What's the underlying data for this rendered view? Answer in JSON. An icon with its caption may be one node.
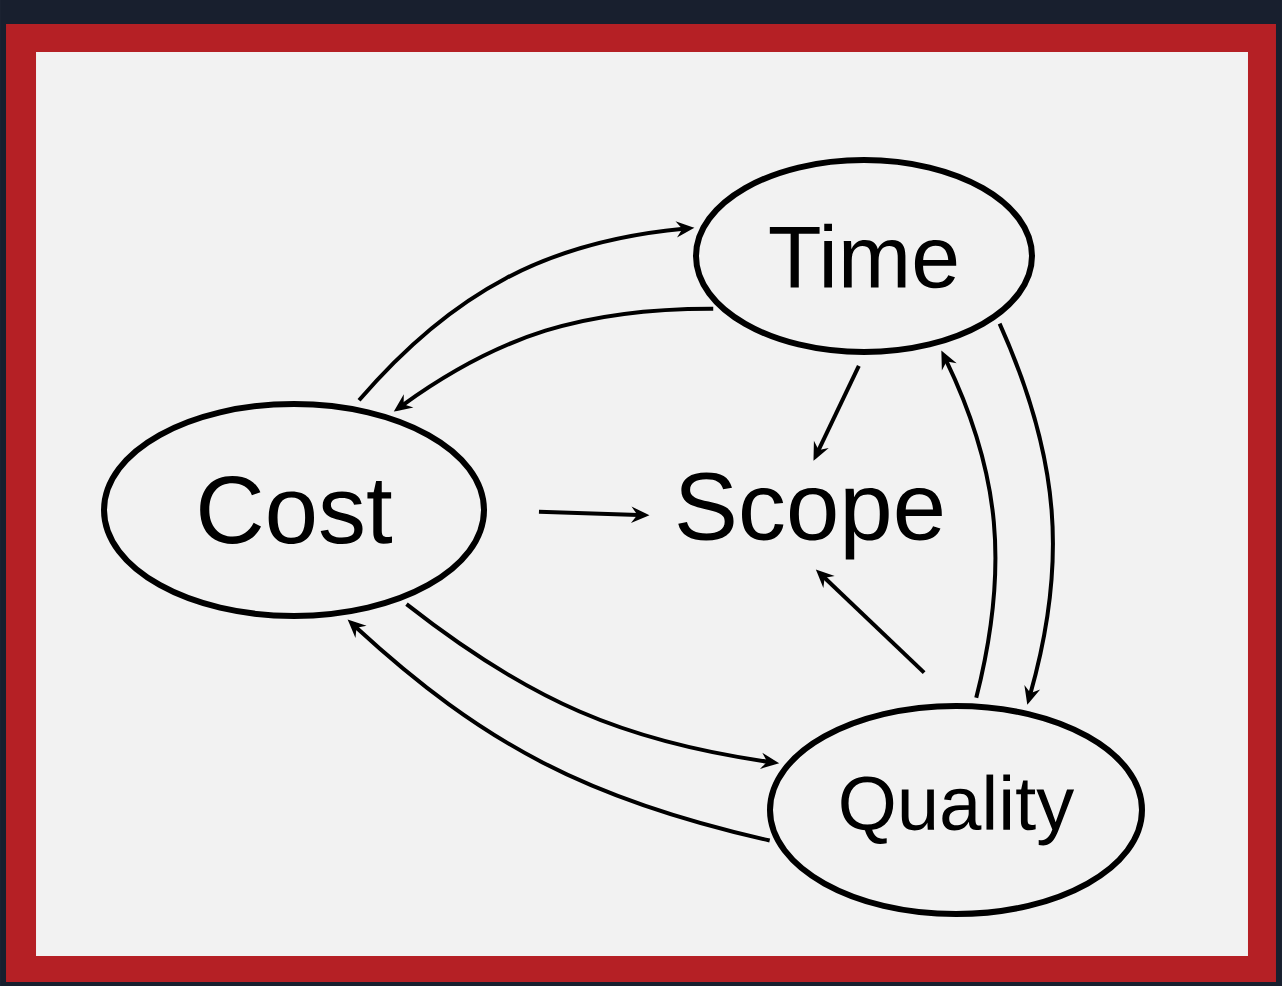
{
  "diagram": {
    "nodes": [
      {
        "text": [
          "Time"
        ]
      },
      {
        "text": [
          "Cost"
        ]
      },
      {
        "text": [
          "Scope"
        ]
      },
      {
        "text": [
          "Quality"
        ]
      }
    ],
    "edges": [
      {
        "from": 1,
        "to": 2,
        "arrow": "to"
      },
      {
        "from": 0,
        "to": 2,
        "arrow": "to"
      },
      {
        "from": 3,
        "to": 2,
        "arrow": "to"
      },
      {
        "from": 1,
        "to": 0,
        "arrow": "to"
      },
      {
        "from": 0,
        "to": 1,
        "arrow": "to"
      },
      {
        "from": 0,
        "to": 3,
        "arrow": "to"
      },
      {
        "from": 3,
        "to": 0,
        "arrow": "to"
      },
      {
        "from": 1,
        "to": 3,
        "arrow": "to"
      },
      {
        "from": 3,
        "to": 1,
        "arrow": "to"
      }
    ]
  }
}
